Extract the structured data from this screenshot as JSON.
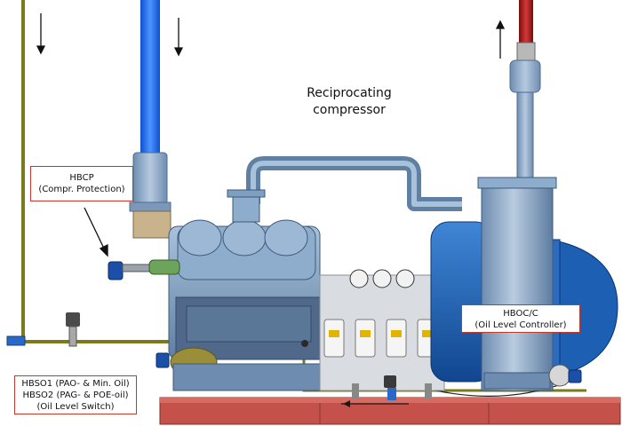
{
  "title": {
    "line1": "Reciprocating",
    "line2": "compressor"
  },
  "callouts": {
    "hbcp": {
      "line1": "HBCP",
      "line2": "(Compr. Protection)"
    },
    "hboc": {
      "line1": "HBOC/C",
      "line2": "(Oil Level Controller)"
    },
    "hbso": {
      "line1": "HBSO1 (PAO- & Min. Oil)",
      "line2": "HBSO2 (PAG- & POE-oil)",
      "line3": "(Oil Level Switch)"
    }
  },
  "colors": {
    "callout_border": "#c0392b",
    "machine_blue": "#7f9fc0",
    "motor_blue": "#1d5fb3",
    "oil_line": "#7d7a1c",
    "base_red": "#c4514a",
    "suction_pipe": "#1f6de0",
    "discharge_pipe": "#b01818"
  }
}
